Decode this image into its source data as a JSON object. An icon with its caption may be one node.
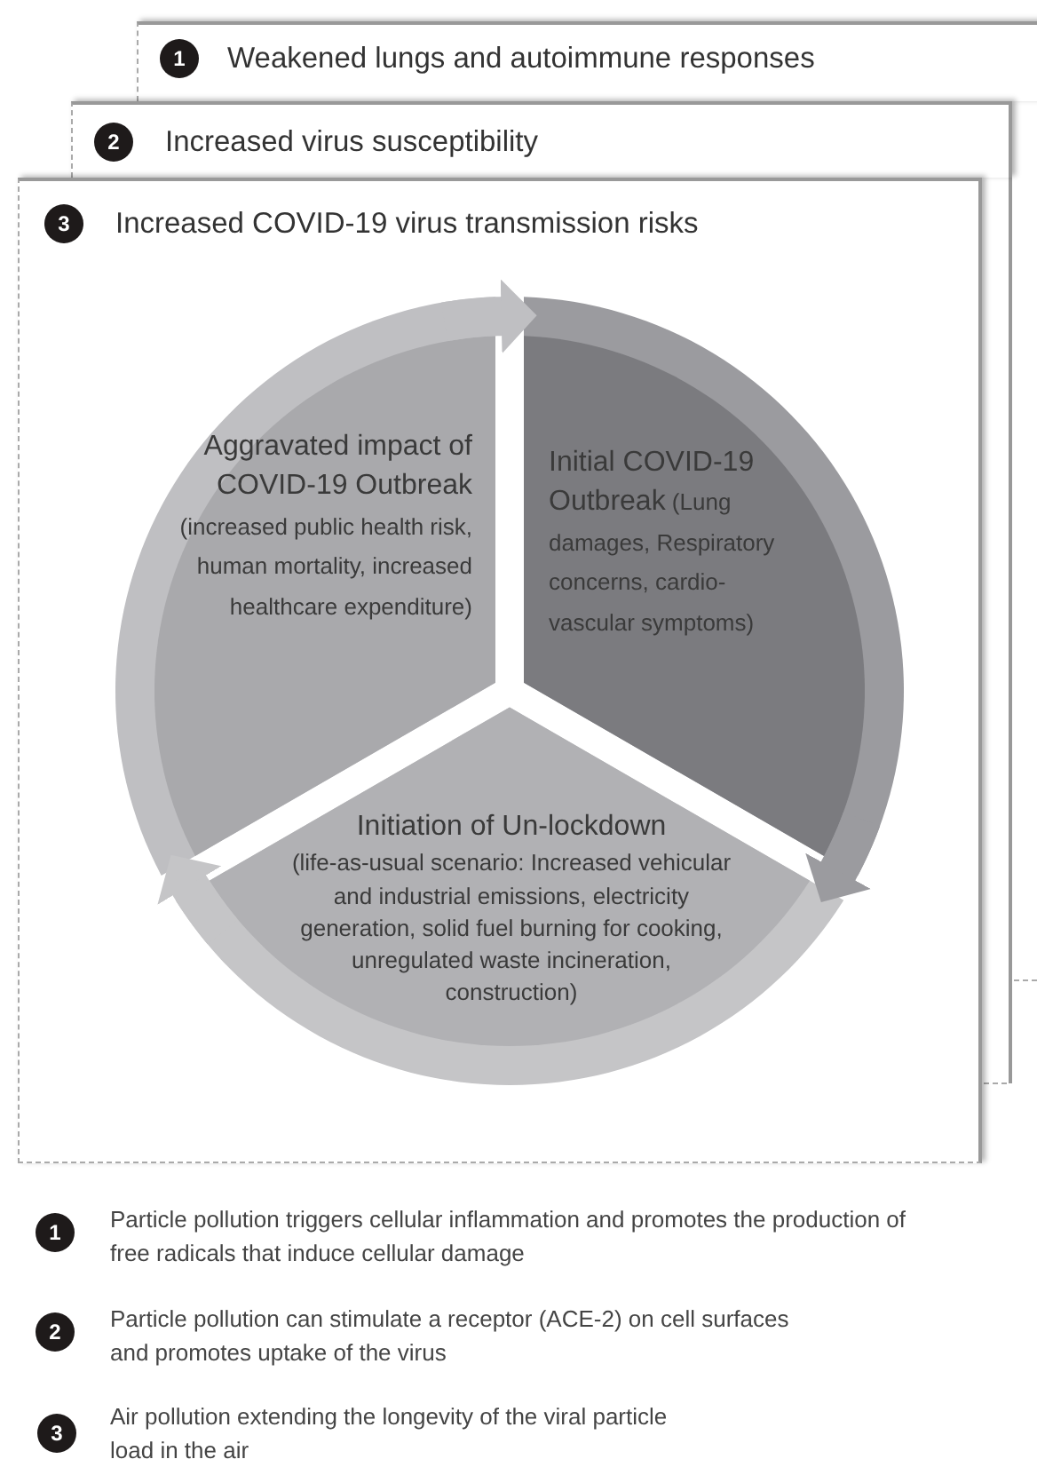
{
  "diagram": {
    "nodes": [
      {
        "text": [
          "Weakened lungs and autoimmune responses"
        ]
      },
      {
        "text": [
          "1"
        ],
        "in": 0
      },
      {
        "text": [
          "Increased virus susceptibility"
        ]
      },
      {
        "text": [
          "2"
        ],
        "in": 2
      },
      {
        "text": [
          "Increased COVID-19 virus transmission risks"
        ]
      },
      {
        "text": [
          "3"
        ],
        "in": 4
      },
      {
        "text": [
          "Aggravated impact of COVID-19 Outbreak",
          "(increased public health risk, human mortality, increased healthcare expenditure)"
        ],
        "in": 4
      },
      {
        "text": [
          "Initial COVID-19 Outbreak",
          "(Lung damages, Respiratory concerns, cardio-vascular symptoms)"
        ],
        "in": 4
      },
      {
        "text": [
          "Initiation of Un-lockdown",
          "(life-as-usual scenario: Increased vehicular and industrial emissions, electricity generation, solid fuel burning for cooking, unregulated waste incineration, construction)"
        ],
        "in": 4
      },
      {
        "text": [
          "1"
        ],
        "beside": [
          "Particle pollution triggers cellular inflammation and promotes the production of free radicals that induce cellular damage"
        ]
      },
      {
        "text": [
          "2"
        ],
        "beside": [
          "Particle pollution can stimulate a receptor (ACE-2) on cell surfaces and promotes uptake of the virus"
        ]
      },
      {
        "text": [
          "3"
        ],
        "beside": [
          "Air pollution extending the longevity of the viral particle load in the air"
        ]
      }
    ],
    "edges": [
      {
        "from": 6,
        "to": 7,
        "arrow": "to"
      },
      {
        "from": 7,
        "to": 8,
        "arrow": "to"
      },
      {
        "from": 8,
        "to": 6,
        "arrow": "to"
      }
    ]
  }
}
